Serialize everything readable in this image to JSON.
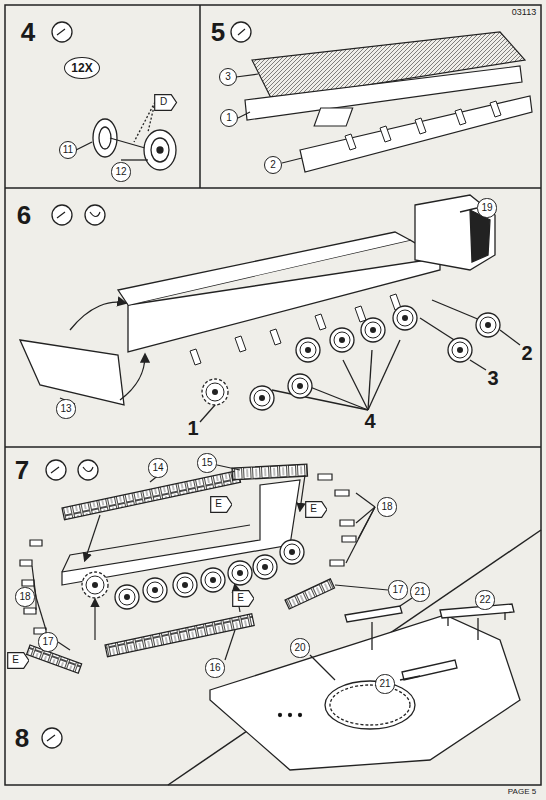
{
  "diagram": {
    "nodes": [
      {
        "text": [
          "12X"
        ]
      },
      {
        "text": [
          "D"
        ]
      },
      {
        "text": [
          "11"
        ]
      },
      {
        "text": [
          "12"
        ]
      },
      {
        "text": [
          "3"
        ]
      },
      {
        "text": [
          "1"
        ]
      },
      {
        "text": [
          "2"
        ]
      },
      {
        "text": [
          "19"
        ]
      },
      {
        "text": [
          "13"
        ]
      },
      {
        "text": [
          "14"
        ]
      },
      {
        "text": [
          "15"
        ]
      },
      {
        "text": [
          "E"
        ]
      },
      {
        "text": [
          "E"
        ]
      },
      {
        "text": [
          "18"
        ]
      },
      {
        "text": [
          "18"
        ]
      },
      {
        "text": [
          "E"
        ]
      },
      {
        "text": [
          "17"
        ]
      },
      {
        "text": [
          "17"
        ]
      },
      {
        "text": [
          "E"
        ]
      },
      {
        "text": [
          "16"
        ]
      },
      {
        "text": [
          "21"
        ]
      },
      {
        "text": [
          "22"
        ]
      },
      {
        "text": [
          "20"
        ]
      },
      {
        "text": [
          "21"
        ]
      }
    ],
    "labels": [
      "03113",
      "4",
      "5",
      "6",
      "2",
      "3",
      "1",
      "4",
      "7",
      "8",
      "PAGE 5"
    ]
  }
}
